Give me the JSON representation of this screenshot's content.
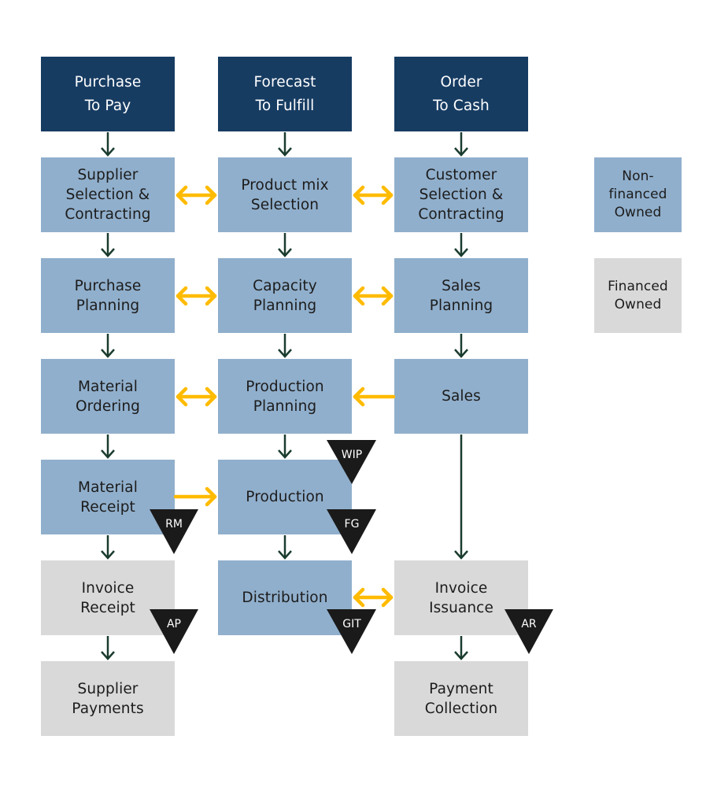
{
  "colors": {
    "header": "#173c62",
    "non_financed": "#90afcc",
    "financed": "#d9d9d9",
    "flow_arrow": "#1a3c2e",
    "link_arrow": "#ffbb00",
    "inventory_marker": "#1a1a1a"
  },
  "columns": [
    {
      "header": "Purchase\nTo Pay",
      "steps": [
        {
          "label": "Supplier\nSelection &\nContracting",
          "type": "non-financed"
        },
        {
          "label": "Purchase\nPlanning",
          "type": "non-financed"
        },
        {
          "label": "Material\nOrdering",
          "type": "non-financed"
        },
        {
          "label": "Material\nReceipt",
          "type": "non-financed"
        },
        {
          "label": "Invoice\nReceipt",
          "type": "financed"
        },
        {
          "label": "Supplier\nPayments",
          "type": "financed"
        }
      ]
    },
    {
      "header": "Forecast\nTo Fulfill",
      "steps": [
        {
          "label": "Product mix\nSelection",
          "type": "non-financed"
        },
        {
          "label": "Capacity\nPlanning",
          "type": "non-financed"
        },
        {
          "label": "Production\nPlanning",
          "type": "non-financed"
        },
        {
          "label": "Production",
          "type": "non-financed"
        },
        {
          "label": "Distribution",
          "type": "non-financed"
        }
      ]
    },
    {
      "header": "Order\nTo Cash",
      "steps": [
        {
          "label": "Customer\nSelection &\nContracting",
          "type": "non-financed"
        },
        {
          "label": "Sales\nPlanning",
          "type": "non-financed"
        },
        {
          "label": "Sales",
          "type": "non-financed"
        },
        {
          "label": "Invoice\nIssuance",
          "type": "financed"
        },
        {
          "label": "Payment\nCollection",
          "type": "financed"
        }
      ]
    }
  ],
  "legend": [
    {
      "label": "Non-\nfinanced\nOwned",
      "type": "non-financed"
    },
    {
      "label": "Financed\nOwned",
      "type": "financed"
    }
  ],
  "inventory_markers": [
    {
      "label": "WIP",
      "attached_to": "Production (entry)"
    },
    {
      "label": "RM",
      "attached_to": "Material Receipt"
    },
    {
      "label": "FG",
      "attached_to": "Production"
    },
    {
      "label": "AP",
      "attached_to": "Invoice Receipt"
    },
    {
      "label": "GIT",
      "attached_to": "Distribution"
    },
    {
      "label": "AR",
      "attached_to": "Invoice Issuance"
    }
  ],
  "links": [
    {
      "from": "Supplier Selection & Contracting",
      "to": "Product mix Selection",
      "direction": "both"
    },
    {
      "from": "Product mix Selection",
      "to": "Customer Selection & Contracting",
      "direction": "both"
    },
    {
      "from": "Purchase Planning",
      "to": "Capacity Planning",
      "direction": "both"
    },
    {
      "from": "Capacity Planning",
      "to": "Sales Planning",
      "direction": "both"
    },
    {
      "from": "Material Ordering",
      "to": "Production Planning",
      "direction": "both"
    },
    {
      "from": "Sales",
      "to": "Production Planning",
      "direction": "forward"
    },
    {
      "from": "Material Receipt",
      "to": "Production",
      "direction": "forward"
    },
    {
      "from": "Distribution",
      "to": "Invoice Issuance",
      "direction": "both"
    }
  ]
}
